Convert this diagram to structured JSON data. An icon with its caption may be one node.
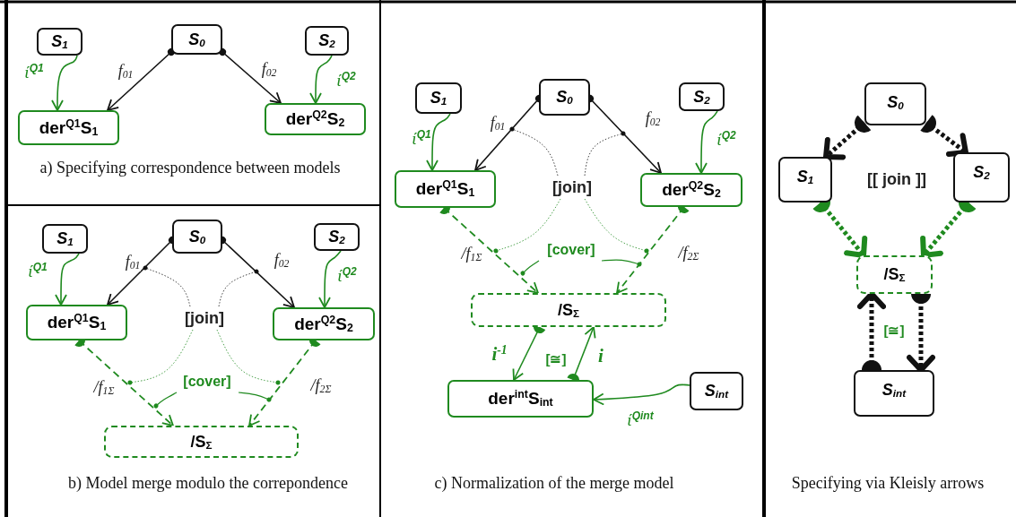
{
  "diagram": {
    "nodes": [
      {
        "text": [
          "S$_{1}$"
        ]
      },
      {
        "text": [
          "S$_{0}$"
        ]
      },
      {
        "text": [
          "S$_{2}$"
        ]
      },
      {
        "text": [
          "der$^{Q1}$S$_{1}$"
        ]
      },
      {
        "text": [
          "der$^{Q2}$S$_{2}$"
        ]
      },
      {
        "text": [
          "S$_{1}$"
        ]
      },
      {
        "text": [
          "S$_{0}$"
        ]
      },
      {
        "text": [
          "S$_{2}$"
        ]
      },
      {
        "text": [
          "der$^{Q1}$S$_{1}$"
        ]
      },
      {
        "text": [
          "der$^{Q2}$S$_{2}$"
        ]
      },
      {
        "text": [
          "[join]"
        ]
      },
      {
        "text": [
          "[cover]"
        ]
      },
      {
        "text": [
          "/S$_{Σ}$"
        ]
      },
      {
        "text": [
          "S$_{1}$"
        ]
      },
      {
        "text": [
          "S$_{0}$"
        ]
      },
      {
        "text": [
          "S$_{2}$"
        ]
      },
      {
        "text": [
          "der$^{Q1}$S$_{1}$"
        ]
      },
      {
        "text": [
          "[join]"
        ]
      },
      {
        "text": [
          "der$^{Q2}$S$_{2}$"
        ]
      },
      {
        "text": [
          "[cover]"
        ]
      },
      {
        "text": [
          "/S$_{Σ}$"
        ]
      },
      {
        "text": [
          "der$^{int}$S$_{int}$"
        ]
      },
      {
        "text": [
          "S$_{int}$"
        ]
      },
      {
        "text": [
          "S$_{0}$"
        ]
      },
      {
        "text": [
          "S$_{1}$"
        ]
      },
      {
        "text": [
          "[[ join ]]"
        ]
      },
      {
        "text": [
          "S$_{2}$"
        ]
      },
      {
        "text": [
          "/S$_{Σ}$"
        ]
      },
      {
        "text": [
          "S$_{int}$"
        ]
      }
    ],
    "edges": [
      {
        "from": 1,
        "to": 3,
        "arrow": "to",
        "label": "f$_{01}$",
        "color": "#111111"
      },
      {
        "from": 1,
        "to": 4,
        "arrow": "to",
        "label": "f$_{02}$",
        "color": "#111111"
      },
      {
        "from": 0,
        "to": 3,
        "arrow": "to",
        "label": "ί$^{Q1}$",
        "color": "#1f8a1f"
      },
      {
        "from": 2,
        "to": 4,
        "arrow": "to",
        "label": "ί$^{Q2}$",
        "color": "#1f8a1f"
      },
      {
        "from": 6,
        "to": 8,
        "arrow": "to",
        "label": "f$_{01}$",
        "color": "#111111"
      },
      {
        "from": 6,
        "to": 9,
        "arrow": "to",
        "label": "f$_{02}$",
        "color": "#111111"
      },
      {
        "from": 5,
        "to": 8,
        "arrow": "to",
        "label": "ί$^{Q1}$",
        "color": "#1f8a1f"
      },
      {
        "from": 7,
        "to": 9,
        "arrow": "to",
        "label": "ί$^{Q2}$",
        "color": "#1f8a1f"
      },
      {
        "from": 8,
        "to": 12,
        "arrow": "to",
        "label": "/f$_{1Σ}$",
        "style": "dashed",
        "color": "#1f8a1f"
      },
      {
        "from": 9,
        "to": 12,
        "arrow": "to",
        "label": "/f$_{2Σ}$",
        "style": "dashed",
        "color": "#1f8a1f"
      },
      {
        "from": 10,
        "to": null,
        "arrow": "other",
        "style": "dashed",
        "color": "#111111"
      },
      {
        "from": 10,
        "to": null,
        "arrow": "other",
        "style": "dashed",
        "color": "#111111"
      },
      {
        "from": 10,
        "to": null,
        "arrow": "other",
        "style": "dashed",
        "color": "#1f8a1f"
      },
      {
        "from": 10,
        "to": null,
        "arrow": "other",
        "style": "dashed",
        "color": "#1f8a1f"
      },
      {
        "from": 11,
        "to": null,
        "arrow": "other",
        "color": "#1f8a1f"
      },
      {
        "from": 11,
        "to": null,
        "arrow": "other",
        "color": "#1f8a1f"
      },
      {
        "from": 14,
        "to": 16,
        "arrow": "to",
        "label": "f$_{01}$",
        "color": "#111111"
      },
      {
        "from": 14,
        "to": 18,
        "arrow": "to",
        "label": "f$_{02}$",
        "color": "#111111"
      },
      {
        "from": 13,
        "to": 16,
        "arrow": "to",
        "label": "ί$^{Q1}$",
        "color": "#1f8a1f"
      },
      {
        "from": 15,
        "to": 18,
        "arrow": "to",
        "label": "ί$^{Q2}$",
        "color": "#1f8a1f"
      },
      {
        "from": 16,
        "to": 20,
        "arrow": "to",
        "label": "/f$_{1Σ}$",
        "style": "dashed",
        "color": "#1f8a1f"
      },
      {
        "from": 18,
        "to": 20,
        "arrow": "to",
        "label": "/f$_{2Σ}$",
        "style": "dashed",
        "color": "#1f8a1f"
      },
      {
        "from": 17,
        "to": null,
        "arrow": "other",
        "style": "dashed",
        "color": "#111111"
      },
      {
        "from": 17,
        "to": null,
        "arrow": "other",
        "style": "dashed",
        "color": "#111111"
      },
      {
        "from": 17,
        "to": null,
        "arrow": "other",
        "style": "dashed",
        "color": "#1f8a1f"
      },
      {
        "from": 17,
        "to": null,
        "arrow": "other",
        "style": "dashed",
        "color": "#1f8a1f"
      },
      {
        "from": 19,
        "to": null,
        "arrow": "other",
        "color": "#1f8a1f"
      },
      {
        "from": 19,
        "to": null,
        "arrow": "other",
        "color": "#1f8a1f"
      },
      {
        "from": 20,
        "to": 21,
        "arrow": "to",
        "label": "i$^{-1}$",
        "color": "#1f8a1f"
      },
      {
        "from": 21,
        "to": 20,
        "arrow": "to",
        "label": "i",
        "color": "#1f8a1f"
      },
      {
        "from": 22,
        "to": 21,
        "arrow": "to",
        "label": "ί$^{Qint}$",
        "color": "#1f8a1f"
      },
      {
        "from": 23,
        "to": 24,
        "arrow": "to",
        "style": "dashed",
        "color": "#111111"
      },
      {
        "from": 23,
        "to": 26,
        "arrow": "to",
        "style": "dashed",
        "color": "#111111"
      },
      {
        "from": 24,
        "to": 27,
        "arrow": "to",
        "style": "dashed",
        "color": "#1f8a1f"
      },
      {
        "from": 26,
        "to": 27,
        "arrow": "to",
        "style": "dashed",
        "color": "#1f8a1f"
      },
      {
        "from": 28,
        "to": 27,
        "arrow": "to",
        "style": "dashed",
        "color": "#111111"
      },
      {
        "from": 27,
        "to": 28,
        "arrow": "to",
        "style": "dashed",
        "color": "#111111"
      }
    ],
    "labels": [
      "a) Specifying correspondence between models",
      "b)  Model merge modulo the correpondence",
      "[≅]",
      "c)  Normalization of the merge model",
      "[≅]",
      "Specifying via Kleisly arrows"
    ]
  }
}
